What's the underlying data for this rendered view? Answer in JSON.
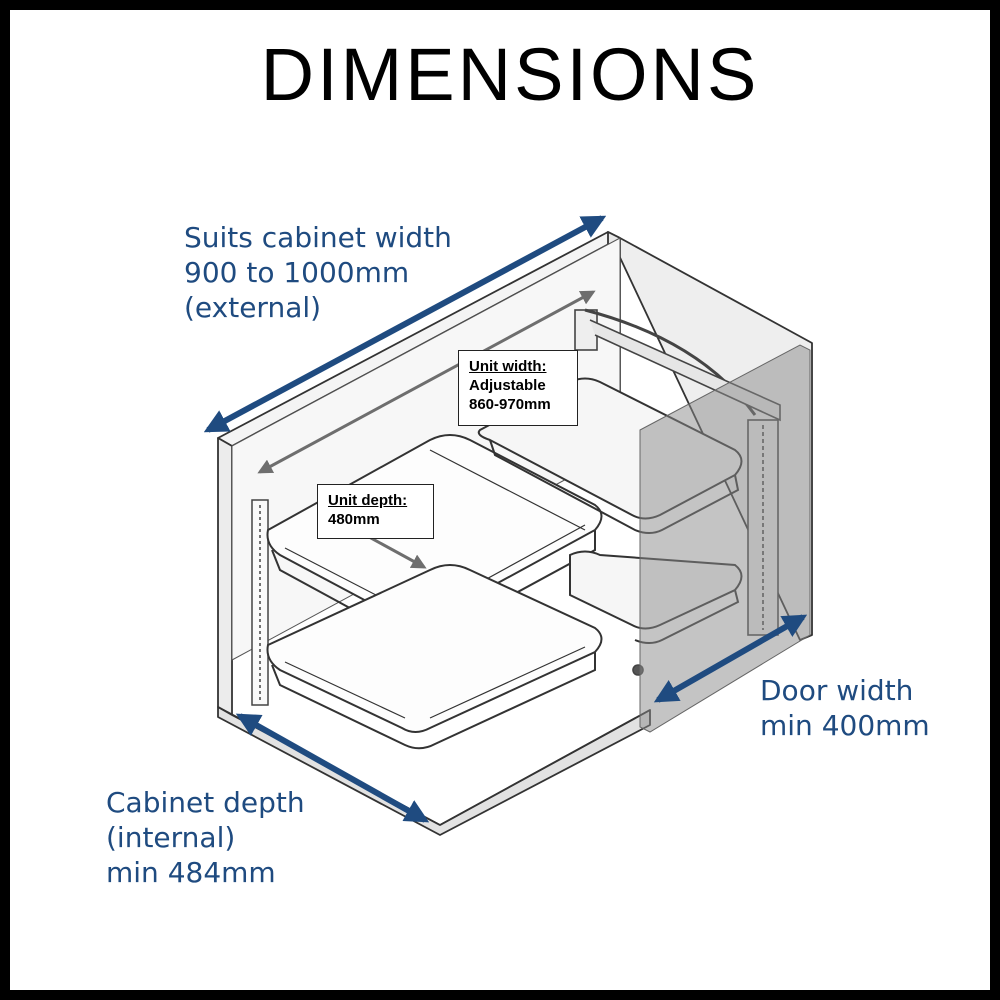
{
  "title": "DIMENSIONS",
  "labels": {
    "cabinet_width": [
      "Suits cabinet width",
      "900 to 1000mm",
      "(external)"
    ],
    "cabinet_depth": [
      "Cabinet depth",
      "(internal)",
      "min 484mm"
    ],
    "door_width": [
      "Door width",
      "min 400mm"
    ]
  },
  "callouts": {
    "unit_width": {
      "heading": "Unit width:",
      "lines": [
        "Adjustable",
        "860-970mm"
      ]
    },
    "unit_depth": {
      "heading": "Unit depth:",
      "lines": [
        "480mm"
      ]
    }
  },
  "colors": {
    "dimension_arrow": "#1f4b80",
    "internal_arrow": "#6e6e6e",
    "frame": "#000000"
  }
}
